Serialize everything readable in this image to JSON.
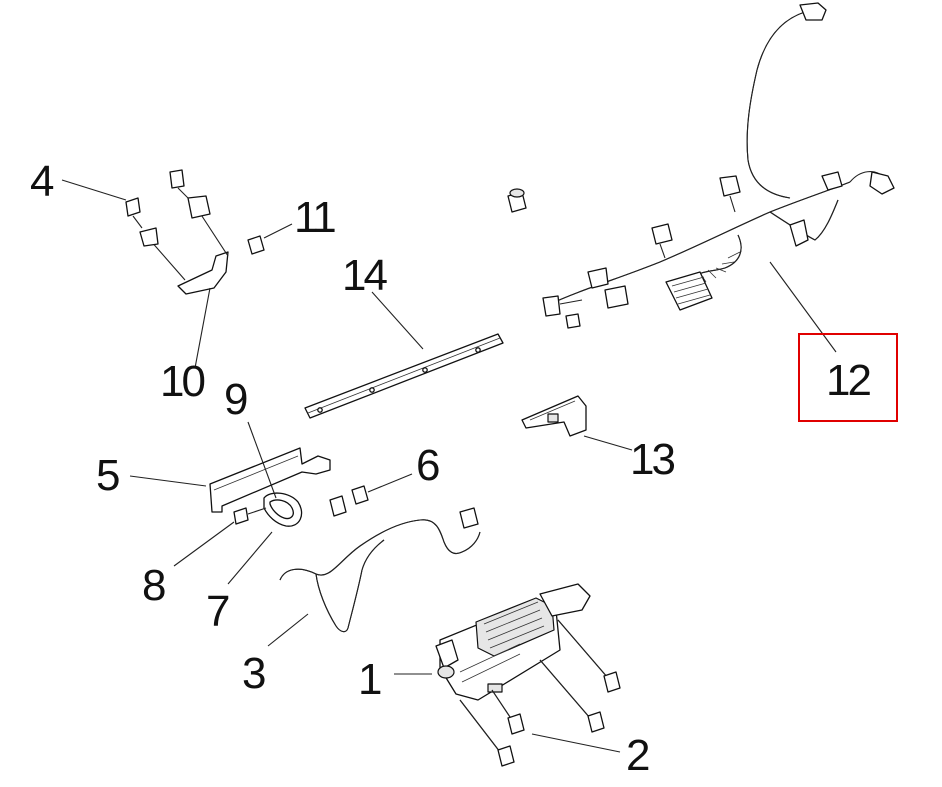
{
  "diagram": {
    "callouts": [
      {
        "id": "1",
        "label": "1"
      },
      {
        "id": "2",
        "label": "2"
      },
      {
        "id": "3",
        "label": "3"
      },
      {
        "id": "4",
        "label": "4"
      },
      {
        "id": "5",
        "label": "5"
      },
      {
        "id": "6",
        "label": "6"
      },
      {
        "id": "7",
        "label": "7"
      },
      {
        "id": "8",
        "label": "8"
      },
      {
        "id": "9",
        "label": "9"
      },
      {
        "id": "10",
        "label": "10"
      },
      {
        "id": "11",
        "label": "11"
      },
      {
        "id": "12",
        "label": "12"
      },
      {
        "id": "13",
        "label": "13"
      },
      {
        "id": "14",
        "label": "14"
      }
    ],
    "highlighted_callout": "12",
    "highlight_color": "#e00000"
  }
}
